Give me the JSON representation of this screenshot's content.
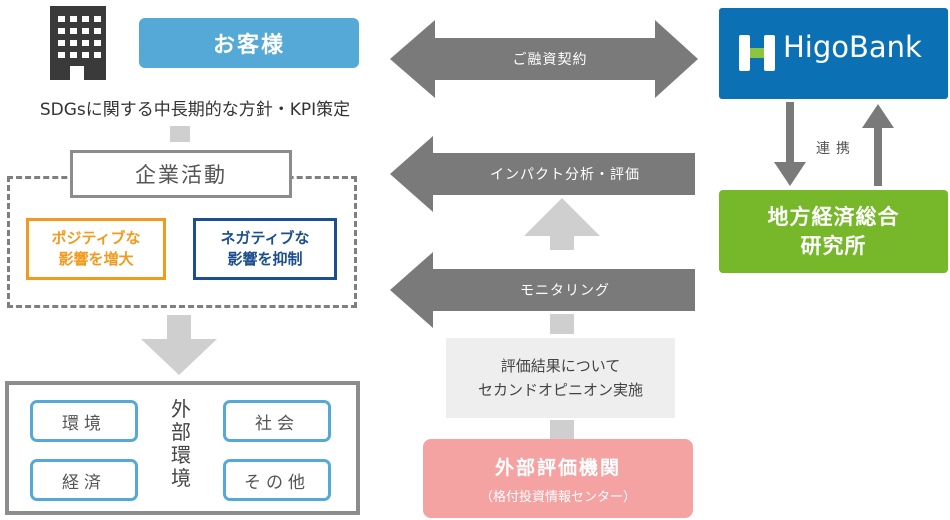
{
  "client": "お客様",
  "policy": "SDGsに関する中長期的な方針・KPI策定",
  "corporate_activity": "企業活動",
  "positive": [
    "ポジティブな",
    "影響を増大"
  ],
  "negative": [
    "ネガティブな",
    "影響を抑制"
  ],
  "external_env": {
    "label": [
      "外",
      "部",
      "環",
      "境"
    ],
    "items": [
      "環境",
      "社会",
      "経済",
      "その他"
    ]
  },
  "arrows": {
    "loan": "ご融資契約",
    "impact": "インパクト分析・評価",
    "monitoring": "モニタリング"
  },
  "bank": "HigoBank",
  "cooperation": "連携",
  "institute": [
    "地方経済総合",
    "研究所"
  ],
  "evaluation": [
    "評価結果について",
    "セカンドオピニオン実施"
  ],
  "agency": {
    "name": "外部評価機関",
    "sub": "（格付投資情報センター）"
  },
  "colors": {
    "client_blue": "#55a9d6",
    "bank_blue": "#0b71b4",
    "institute_green": "#76b82a",
    "agency_pink": "#f4a2a2",
    "positive_orange": "#f39a1e",
    "negative_navy": "#1c4f8f",
    "arrow_gray": "#7a7a7a"
  }
}
